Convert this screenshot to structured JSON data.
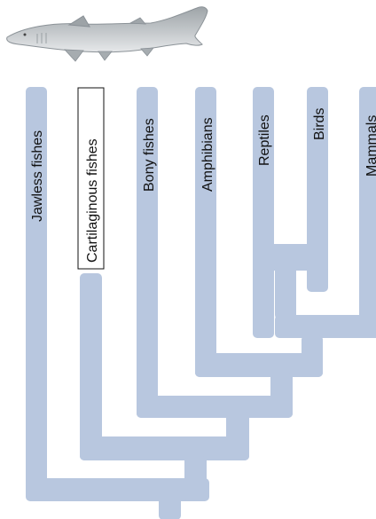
{
  "diagram": {
    "image_icon": "shark-illustration",
    "highlighted_taxon": "Cartilaginous fishes",
    "branch_color": "#b8c7df",
    "label_box_stroke": "#111111",
    "taxa": [
      "Jawless fishes",
      "Cartilaginous fishes",
      "Bony fishes",
      "Amphibians",
      "Reptiles",
      "Birds",
      "Mammals"
    ]
  }
}
